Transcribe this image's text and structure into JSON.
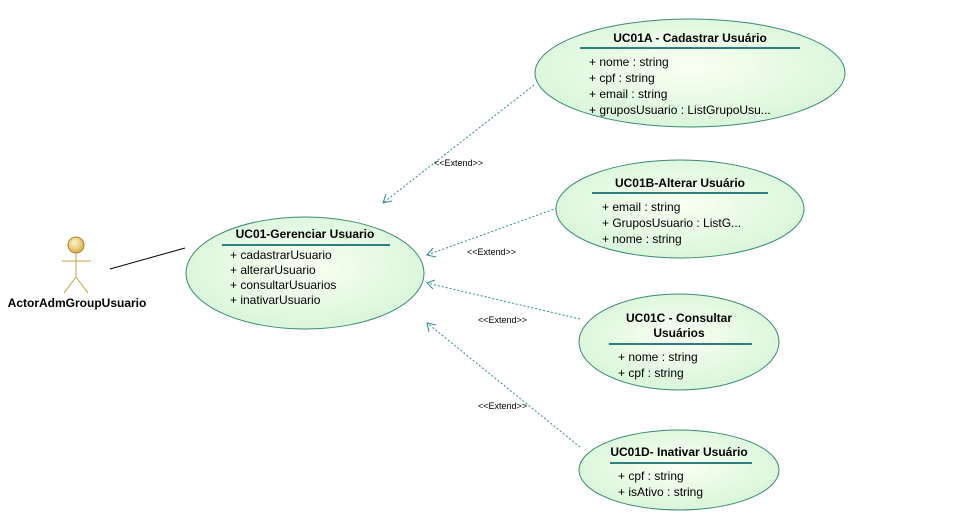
{
  "colors": {
    "ellipse_fill_center": "#fafff2",
    "ellipse_fill_edge": "#d6f5d8",
    "ellipse_stroke": "#3a8a74",
    "divider": "#2f7f80",
    "extend_line": "#2f8a94",
    "actor_head": "#d9b24a",
    "actor_body": "#c8a03c"
  },
  "actor": {
    "label": "ActorAdmGroupUsuario",
    "icon": "stick-figure-actor-icon"
  },
  "main_use_case": {
    "title": "UC01-Gerenciar Usuario",
    "operations": [
      "+ cadastrarUsuario",
      "+ alterarUsuario",
      "+ consultarUsuarios",
      "+ inativarUsuario"
    ]
  },
  "extension_use_cases": [
    {
      "title_lines": [
        "UC01A - Cadastrar Usuário"
      ],
      "attributes": [
        "+ nome : string",
        "+ cpf : string",
        "+ email : string",
        "+ gruposUsuario : ListGrupoUsu..."
      ],
      "relation_label": "<<Extend>>"
    },
    {
      "title_lines": [
        "UC01B-Alterar Usuário"
      ],
      "attributes": [
        "+ email : string",
        "+ GruposUsuario : ListG...",
        "+ nome : string"
      ],
      "relation_label": "<<Extend>>"
    },
    {
      "title_lines": [
        "UC01C - Consultar",
        "Usuários"
      ],
      "attributes": [
        "+ nome : string",
        "+ cpf : string"
      ],
      "relation_label": "<<Extend>>"
    },
    {
      "title_lines": [
        "UC01D- Inativar Usuário"
      ],
      "attributes": [
        "+ cpf : string",
        "+ isAtivo : string"
      ],
      "relation_label": "<<Extend>>"
    }
  ]
}
